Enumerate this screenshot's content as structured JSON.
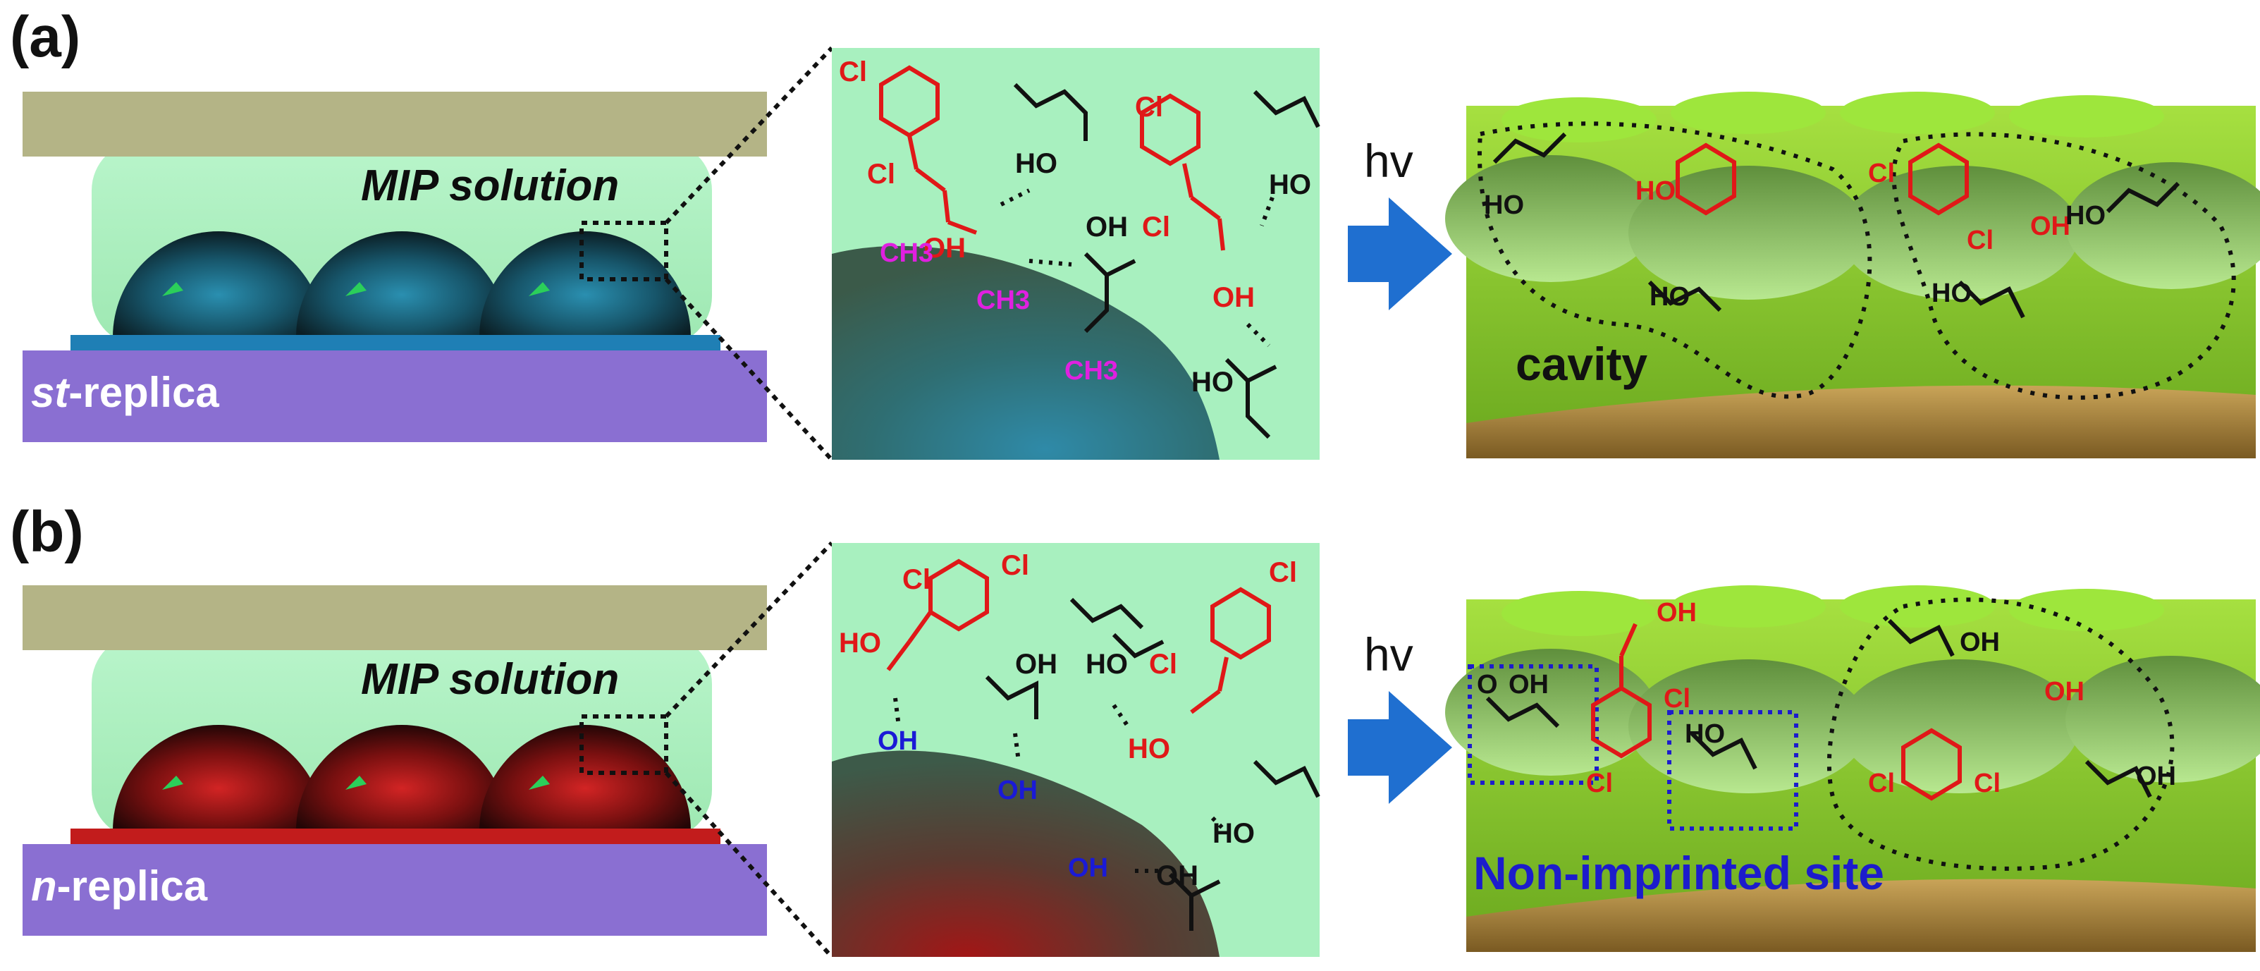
{
  "panels": [
    {
      "letter": "(a)",
      "solution_label": "MIP solution",
      "replica_prefix": "st",
      "replica_suffix": "-replica",
      "arrow_label": "hv",
      "region_label": "cavity",
      "surface_group": "CH3",
      "colors": {
        "sphere": "#1e6f8c",
        "base_strip": "#1f7fb5",
        "surface_group": "#e020e0",
        "region_label": "#111111"
      }
    },
    {
      "letter": "(b)",
      "solution_label": "MIP solution",
      "replica_prefix": "n",
      "replica_suffix": "-replica",
      "arrow_label": "hv",
      "region_label": "Non-imprinted site",
      "surface_group": "OH",
      "colors": {
        "sphere": "#a21818",
        "base_strip": "#c21c1c",
        "surface_group": "#1a1ad6",
        "region_label": "#1c1ccc"
      }
    }
  ],
  "chem_labels": {
    "chlorine": "Cl",
    "hydroxyl": "OH",
    "hydroxyl_rev": "HO",
    "oxygen": "O"
  },
  "colors": {
    "solution": "#a8f0bf",
    "top_plate": "#b4b486",
    "replica_base": "#8a6fd2",
    "arrow": "#1f6fd0",
    "template_molecule": "#e01818",
    "monomer": "#111111",
    "surface_green": "#8ccc30"
  }
}
